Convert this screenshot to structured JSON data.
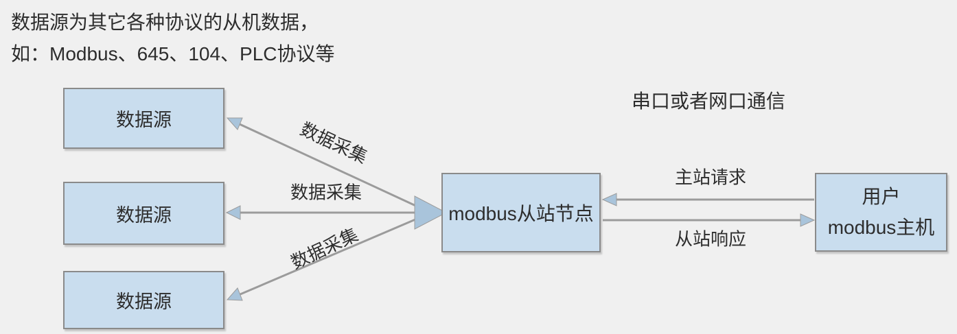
{
  "header": {
    "line1": "数据源为其它各种协议的从机数据，",
    "line2": "如：Modbus、645、104、PLC协议等"
  },
  "diagram": {
    "data_sources": [
      {
        "label": "数据源"
      },
      {
        "label": "数据源"
      },
      {
        "label": "数据源"
      }
    ],
    "slave_node": {
      "label": "modbus从站节点"
    },
    "master_host": {
      "line1": "用户",
      "line2": "modbus主机"
    },
    "collect_labels": [
      "数据采集",
      "数据采集",
      "数据采集"
    ],
    "master_request_label": "主站请求",
    "slave_response_label": "从站响应",
    "comm_note": "串口或者网口通信"
  },
  "colors": {
    "background": "#f0f0f0",
    "box_fill": "#c9ddee",
    "box_border": "#8a8a8a",
    "arrow_line": "#9b9b9b",
    "arrow_head": "#a9c4db",
    "text": "#2d2d2d"
  }
}
